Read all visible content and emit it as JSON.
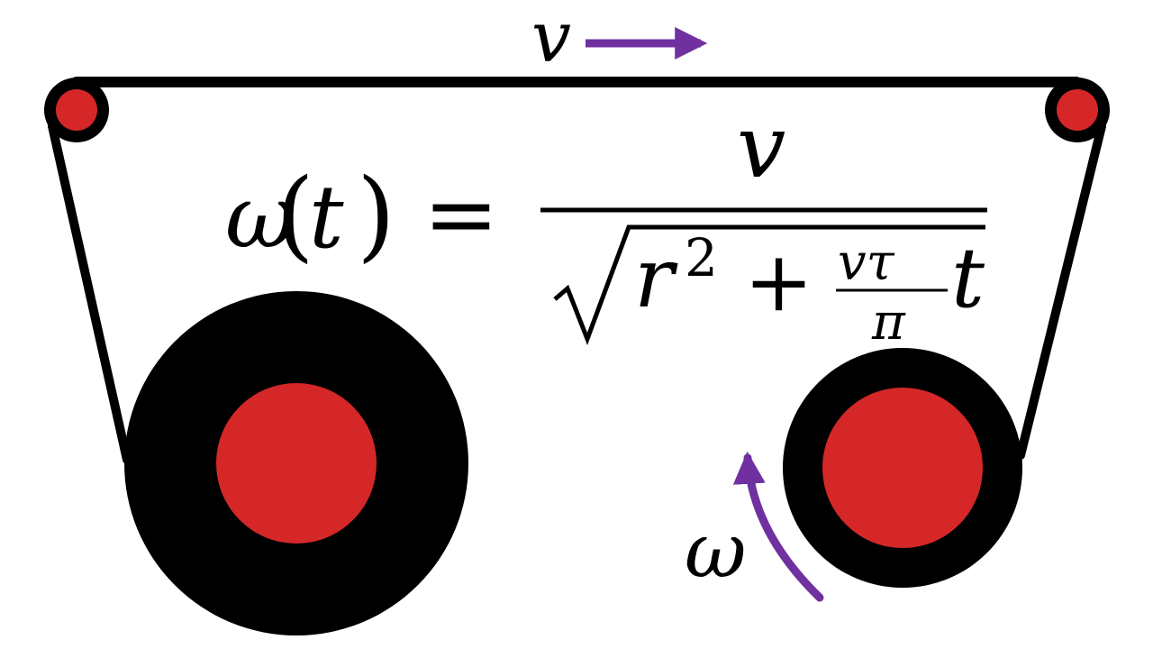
{
  "labels": {
    "velocity": "v",
    "angular_velocity": "ω"
  },
  "formula": {
    "lhs_func": "ω",
    "lhs_open": "(",
    "lhs_var": "t",
    "lhs_close": ")",
    "equals": "=",
    "numerator": "v",
    "radicand_var": "r",
    "radicand_exp": "2",
    "plus": "+",
    "inner_num": "vτ",
    "inner_den": "π",
    "inner_var": "t"
  },
  "colors": {
    "tape": "#000000",
    "hub": "#d62728",
    "arrow": "#7030a0",
    "background": "#ffffff"
  }
}
